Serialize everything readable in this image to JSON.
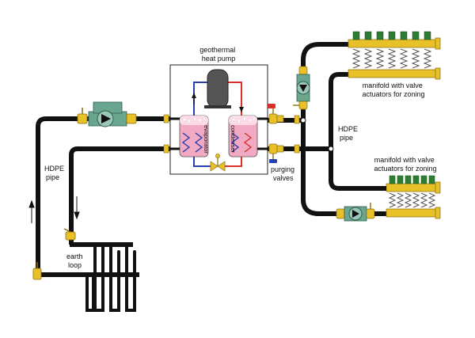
{
  "labels": {
    "heat_pump_line1": "geothermal",
    "heat_pump_line2": "heat pump",
    "evaporator": "evaporator",
    "condenser": "condenser",
    "manifold_top_line1": "manifold with valve",
    "manifold_top_line2": "actuators for zoning",
    "manifold_bottom_line1": "manifold with valve",
    "manifold_bottom_line2": "actuators for zoning",
    "hdpe_right_line1": "HDPE",
    "hdpe_right_line2": "pipe",
    "hdpe_left_line1": "HDPE",
    "hdpe_left_line2": "pipe",
    "purging_line1": "purging",
    "purging_line2": "valves",
    "earth_loop_line1": "earth",
    "earth_loop_line2": "loop"
  },
  "colors": {
    "pipe": "#111111",
    "brass": "#e8c028",
    "pump_green": "#6aa58f",
    "refrigerant_hot": "#d9302a",
    "refrigerant_cold": "#2a3fb0",
    "coil_tank": "#f2a9c4",
    "compressor": "#555555"
  },
  "icons": [
    "circulator-pump-icon",
    "ball-valve-icon",
    "expansion-valve-icon",
    "compressor-icon",
    "manifold-icon",
    "flow-arrow-icon"
  ]
}
